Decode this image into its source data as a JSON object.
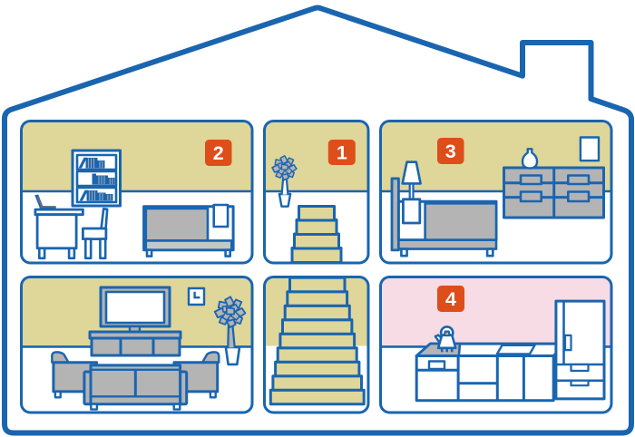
{
  "scene": {
    "type": "house-cross-section-diagram",
    "floors": 2,
    "rooms_count": 6
  },
  "colors": {
    "outline_blue": "#1A65B0",
    "wall_tan": "#DFD699",
    "wall_pink": "#F7DBE5",
    "furniture_gray": "#B4B4B4",
    "light_gray": "#C6C6C6",
    "badge_orange": "#DD4E1A",
    "badge_text": "#FFFFFF",
    "book_stripe": "#97A2B2",
    "laptop_dark": "#6F6F6F",
    "kettle_knob": "#DD8A1A"
  },
  "rooms": [
    {
      "id": "study-bedroom",
      "floor": "upper",
      "position": "left",
      "badge": "2",
      "furniture": [
        "bookshelf",
        "books",
        "desk",
        "laptop",
        "chair",
        "bed",
        "towel"
      ]
    },
    {
      "id": "upper-staircase",
      "floor": "upper",
      "position": "middle",
      "badge": "1",
      "furniture": [
        "potted-plant",
        "stairs"
      ]
    },
    {
      "id": "bedroom",
      "floor": "upper",
      "position": "right",
      "badge": "3",
      "furniture": [
        "bed",
        "headboard",
        "lamp",
        "nightstand",
        "chest-of-drawers",
        "vase",
        "picture-frame"
      ]
    },
    {
      "id": "living-room",
      "floor": "lower",
      "position": "left",
      "badge": "",
      "furniture": [
        "television",
        "tv-stand",
        "wall-clock",
        "potted-plant",
        "armchair",
        "armchair",
        "sofa"
      ]
    },
    {
      "id": "lower-staircase",
      "floor": "lower",
      "position": "middle",
      "badge": "",
      "furniture": [
        "stairs"
      ]
    },
    {
      "id": "kitchen",
      "floor": "lower",
      "position": "right",
      "badge": "4",
      "furniture": [
        "kettle",
        "stove",
        "sink",
        "kitchen-counter",
        "refrigerator"
      ]
    }
  ]
}
